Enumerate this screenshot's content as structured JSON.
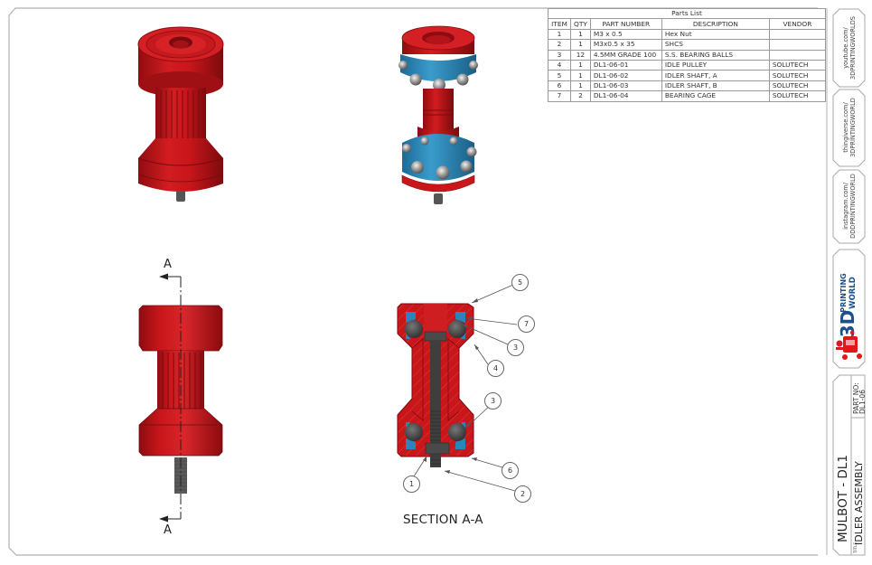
{
  "drawing": {
    "project": "MULBOT - DL1",
    "title_label": "TITLE",
    "title": "IDLER ASSEMBLY",
    "part_no_label": "PART NO:",
    "part_no": "DL1-06"
  },
  "sidebar": {
    "links": [
      {
        "line1": "youtube.com/",
        "line2": "3DPRINTINGWORLDS"
      },
      {
        "line1": "thingiverse.com/",
        "line2": "3DPRINTINGWORLD"
      },
      {
        "line1": "instagram.com/",
        "line2": "DDDPRINTINGWORLD"
      }
    ],
    "logo": {
      "line1": "PRINTING",
      "line2": "WORLD",
      "mark": "3D"
    }
  },
  "parts_list": {
    "title": "Parts List",
    "columns": [
      "ITEM",
      "QTY",
      "PART NUMBER",
      "DESCRIPTION",
      "VENDOR"
    ],
    "rows": [
      {
        "item": "1",
        "qty": "1",
        "part_number": "M3 x 0.5",
        "description": "Hex Nut",
        "vendor": ""
      },
      {
        "item": "2",
        "qty": "1",
        "part_number": "M3x0.5 x 35",
        "description": "SHCS",
        "vendor": ""
      },
      {
        "item": "3",
        "qty": "12",
        "part_number": "4.5MM GRADE 100",
        "description": "S.S. BEARING BALLS",
        "vendor": ""
      },
      {
        "item": "4",
        "qty": "1",
        "part_number": "DL1-06-01",
        "description": "IDLE PULLEY",
        "vendor": "SOLUTECH"
      },
      {
        "item": "5",
        "qty": "1",
        "part_number": "DL1-06-02",
        "description": "IDLER SHAFT, A",
        "vendor": "SOLUTECH"
      },
      {
        "item": "6",
        "qty": "1",
        "part_number": "DL1-06-03",
        "description": "IDLER SHAFT, B",
        "vendor": "SOLUTECH"
      },
      {
        "item": "7",
        "qty": "2",
        "part_number": "DL1-06-04",
        "description": "BEARING CAGE",
        "vendor": "SOLUTECH"
      }
    ]
  },
  "views": {
    "section_line_top": "A",
    "section_line_bottom": "A",
    "section_title": "SECTION A-A",
    "callouts": [
      "5",
      "7",
      "3",
      "4",
      "3",
      "6",
      "1",
      "2"
    ]
  },
  "colors": {
    "part_red": "#c8161b",
    "part_red_dark": "#8e0c10",
    "part_red_light": "#e0383a",
    "cage_blue": "#2a86b8",
    "steel_gray": "#5a5a5a",
    "frame_gray": "#a8a8a8"
  }
}
